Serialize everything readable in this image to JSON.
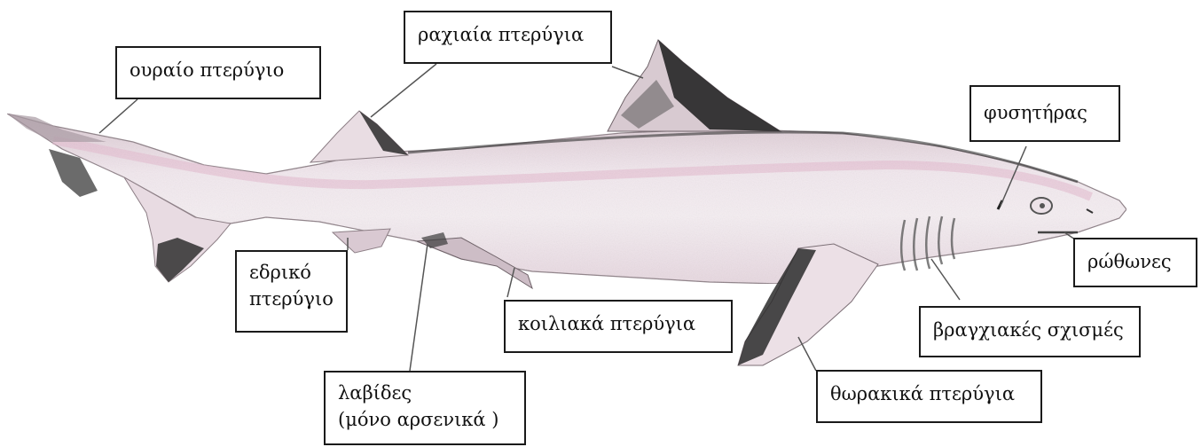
{
  "labels": {
    "tail_fin": "ουραίο πτερύγιο",
    "dorsal_fin": "ραχιαία πτερύγια",
    "spiracle": "φυσητήρας",
    "anal_fin_line1": "εδρικό",
    "anal_fin_line2": "πτερύγιο",
    "nostrils": "ρώθωνες",
    "pelvic_fins": "κοιλιακά πτερύγια",
    "gill_slits": "βραγχιακές σχισμές",
    "claspers_line1": "λαβίδες",
    "claspers_line2": "(μόνο αρσενικά )",
    "pectoral_fins": "θωρακικά πτερύγια"
  },
  "colors": {
    "body": "#efe3ea",
    "body_stripe": "#e6c9d6",
    "fin_dark": "#2c2c2c",
    "line": "#555555",
    "border": "#1a1a1a"
  }
}
